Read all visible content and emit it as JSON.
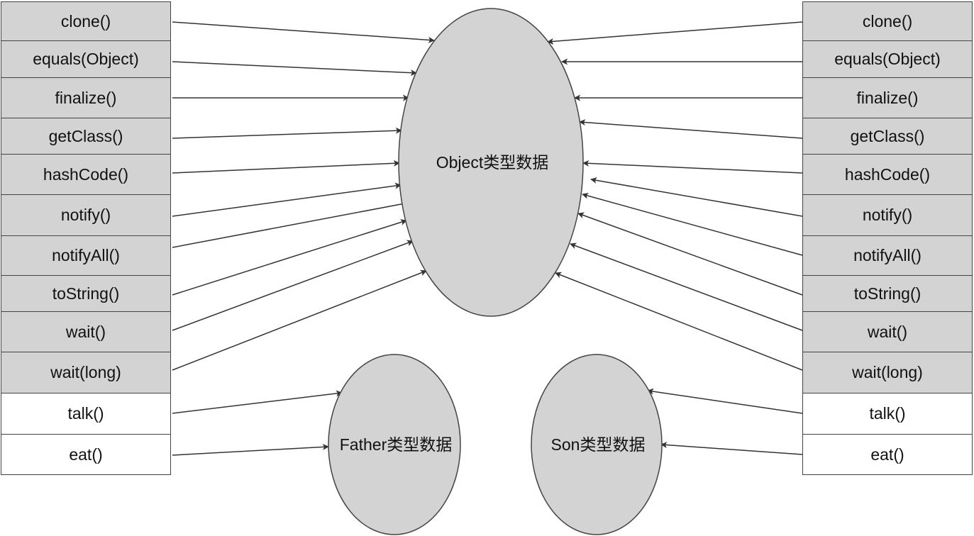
{
  "left_methods": [
    {
      "label": "clone()",
      "kind": "inherited"
    },
    {
      "label": "equals(Object)",
      "kind": "inherited"
    },
    {
      "label": "finalize()",
      "kind": "inherited"
    },
    {
      "label": "getClass()",
      "kind": "inherited"
    },
    {
      "label": "hashCode()",
      "kind": "inherited"
    },
    {
      "label": "notify()",
      "kind": "inherited"
    },
    {
      "label": "notifyAll()",
      "kind": "inherited"
    },
    {
      "label": "toString()",
      "kind": "inherited"
    },
    {
      "label": "wait()",
      "kind": "inherited"
    },
    {
      "label": "wait(long)",
      "kind": "inherited"
    },
    {
      "label": "talk()",
      "kind": "own"
    },
    {
      "label": "eat()",
      "kind": "own"
    }
  ],
  "right_methods": [
    {
      "label": "clone()",
      "kind": "inherited"
    },
    {
      "label": "equals(Object)",
      "kind": "inherited"
    },
    {
      "label": "finalize()",
      "kind": "inherited"
    },
    {
      "label": "getClass()",
      "kind": "inherited"
    },
    {
      "label": "hashCode()",
      "kind": "inherited"
    },
    {
      "label": "notify()",
      "kind": "inherited"
    },
    {
      "label": "notifyAll()",
      "kind": "inherited"
    },
    {
      "label": "toString()",
      "kind": "inherited"
    },
    {
      "label": "wait()",
      "kind": "inherited"
    },
    {
      "label": "wait(long)",
      "kind": "inherited"
    },
    {
      "label": "talk()",
      "kind": "own"
    },
    {
      "label": "eat()",
      "kind": "own"
    }
  ],
  "nodes": {
    "object": "Object类型数据",
    "father": "Father类型数据",
    "son": "Son类型数据"
  },
  "colors": {
    "inherited_fill": "#d3d3d3",
    "own_fill": "#ffffff",
    "ellipse_fill": "#d3d3d3",
    "stroke": "#444444"
  }
}
